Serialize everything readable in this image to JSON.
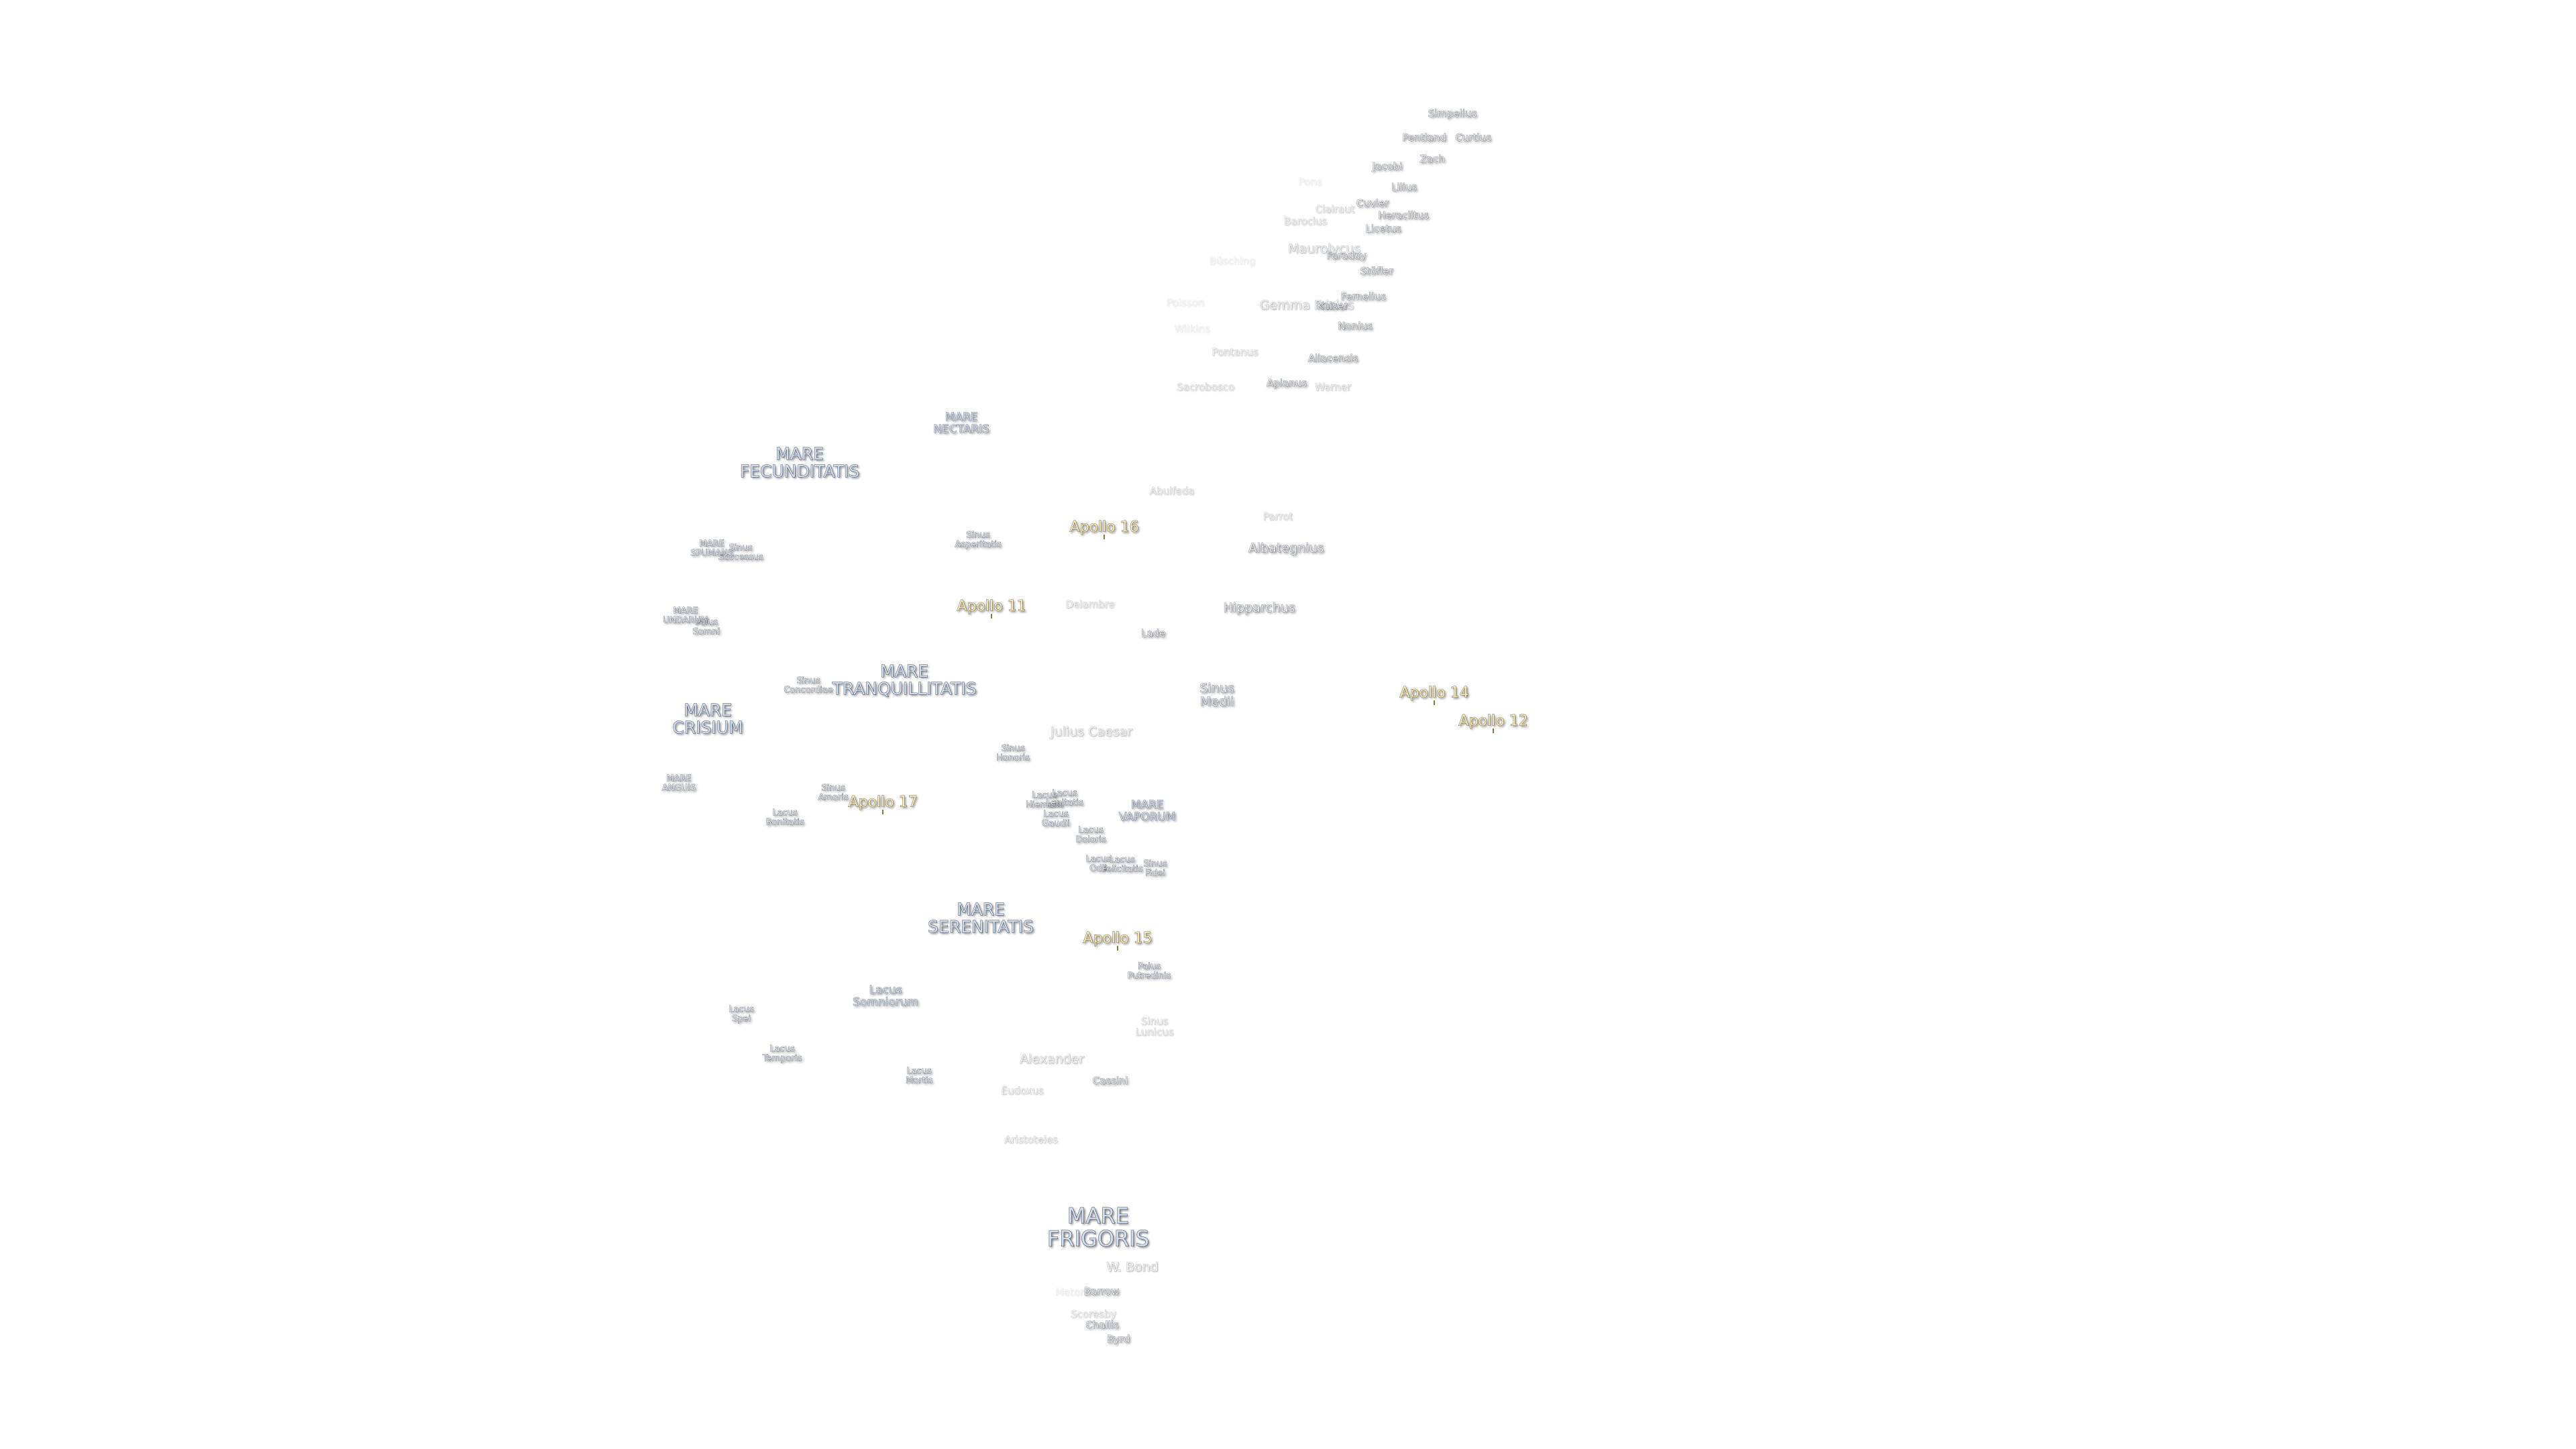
{
  "labels": [
    {
      "text": "Simpelius",
      "kind": "crater"
    },
    {
      "text": "Pentland",
      "kind": "crater"
    },
    {
      "text": "Curtius",
      "kind": "crater"
    },
    {
      "text": "Zach",
      "kind": "crater"
    },
    {
      "text": "Jacobi",
      "kind": "crater"
    },
    {
      "text": "Lilius",
      "kind": "crater"
    },
    {
      "text": "Pons",
      "kind": "ghost"
    },
    {
      "text": "Cuvier",
      "kind": "crater"
    },
    {
      "text": "Clairaut",
      "kind": "faint"
    },
    {
      "text": "Heraclitus",
      "kind": "crater"
    },
    {
      "text": "Barocius",
      "kind": "faint"
    },
    {
      "text": "Licetus",
      "kind": "crater"
    },
    {
      "text": "Maurolycus",
      "kind": "faint-m"
    },
    {
      "text": "Faraday",
      "kind": "crater"
    },
    {
      "text": "Stöfler",
      "kind": "crater"
    },
    {
      "text": "Büsching",
      "kind": "ghost"
    },
    {
      "text": "Fernelius",
      "kind": "crater"
    },
    {
      "text": "Gemma Frisius",
      "kind": "faint-m"
    },
    {
      "text": "Kaiser",
      "kind": "crater"
    },
    {
      "text": "Poisson",
      "kind": "ghost"
    },
    {
      "text": "Nonius",
      "kind": "crater"
    },
    {
      "text": "Wilkins",
      "kind": "ghost"
    },
    {
      "text": "Pontanus",
      "kind": "faint"
    },
    {
      "text": "Aliacensis",
      "kind": "crater"
    },
    {
      "text": "Apianus",
      "kind": "crater"
    },
    {
      "text": "Werner",
      "kind": "faint"
    },
    {
      "text": "Sacrobosco",
      "kind": "faint"
    },
    {
      "text": "MARE\nNECTARIS",
      "kind": "mare-s"
    },
    {
      "text": "MARE\nFECUNDITATIS",
      "kind": "mare"
    },
    {
      "text": "Abulfeda",
      "kind": "faint"
    },
    {
      "text": "Parrot",
      "kind": "faint"
    },
    {
      "text": "Apollo 16",
      "kind": "apollo",
      "site": true
    },
    {
      "text": "Sinus\nAsperitatis",
      "kind": "feat"
    },
    {
      "text": "Albategnius",
      "kind": "crater-m"
    },
    {
      "text": "MARE\nSPUMANS",
      "kind": "feat"
    },
    {
      "text": "Sinus\nSuccessus",
      "kind": "feat"
    },
    {
      "text": "Apollo 11",
      "kind": "apollo",
      "site": true
    },
    {
      "text": "Delambre",
      "kind": "faint"
    },
    {
      "text": "Hipparchus",
      "kind": "crater-m"
    },
    {
      "text": "MARE\nUNDARUM",
      "kind": "feat"
    },
    {
      "text": "Palus\nSomni",
      "kind": "feat"
    },
    {
      "text": "Lade",
      "kind": "crater"
    },
    {
      "text": "MARE\nTRANQUILLITATIS",
      "kind": "mare"
    },
    {
      "text": "Sinus\nConcordiae",
      "kind": "feat"
    },
    {
      "text": "Sinus\nMedii",
      "kind": "feat-m"
    },
    {
      "text": "Apollo 14",
      "kind": "apollo",
      "site": true
    },
    {
      "text": "MARE\nCRISIUM",
      "kind": "mare"
    },
    {
      "text": "Apollo 12",
      "kind": "apollo",
      "site": true
    },
    {
      "text": "Julius Caesar",
      "kind": "faint-m"
    },
    {
      "text": "Sinus\nHonoris",
      "kind": "feat"
    },
    {
      "text": "MARE\nANGUIS",
      "kind": "feat"
    },
    {
      "text": "Sinus\nAmoris",
      "kind": "feat"
    },
    {
      "text": "Apollo 17",
      "kind": "apollo",
      "site": true
    },
    {
      "text": "Lacus\nBonitatis",
      "kind": "feat"
    },
    {
      "text": "Lacus\nHiemalis",
      "kind": "feat"
    },
    {
      "text": "Lacus\nLenitatis",
      "kind": "feat"
    },
    {
      "text": "MARE\nVAPORUM",
      "kind": "mare-s"
    },
    {
      "text": "Lacus\nGaudii",
      "kind": "feat"
    },
    {
      "text": "Lacus\nDoloris",
      "kind": "feat"
    },
    {
      "text": "Lacus\nOdii",
      "kind": "feat"
    },
    {
      "text": "Lacus\nFelicitatis",
      "kind": "feat"
    },
    {
      "text": "Sinus\nFidei",
      "kind": "feat"
    },
    {
      "text": "MARE\nSERENITATIS",
      "kind": "mare"
    },
    {
      "text": "Apollo 15",
      "kind": "apollo",
      "site": true
    },
    {
      "text": "Palus\nPutredinis",
      "kind": "feat"
    },
    {
      "text": "Lacus\nSomniorum",
      "kind": "mare-s"
    },
    {
      "text": "Lacus\nSpei",
      "kind": "feat"
    },
    {
      "text": "Sinus\nLunicus",
      "kind": "faint"
    },
    {
      "text": "Lacus\nTemporis",
      "kind": "feat"
    },
    {
      "text": "Alexander",
      "kind": "faint-m"
    },
    {
      "text": "Lacus\nMortis",
      "kind": "feat"
    },
    {
      "text": "Cassini",
      "kind": "crater"
    },
    {
      "text": "Eudoxus",
      "kind": "faint"
    },
    {
      "text": "Aristoteles",
      "kind": "faint"
    },
    {
      "text": "MARE\nFRIGORIS",
      "kind": "mare-l"
    },
    {
      "text": "W. Bond",
      "kind": "faint-m"
    },
    {
      "text": "Meton",
      "kind": "ghost"
    },
    {
      "text": "Barrow",
      "kind": "crater"
    },
    {
      "text": "Scoresby",
      "kind": "faint"
    },
    {
      "text": "Challis",
      "kind": "crater"
    },
    {
      "text": "Byrd",
      "kind": "crater"
    }
  ]
}
